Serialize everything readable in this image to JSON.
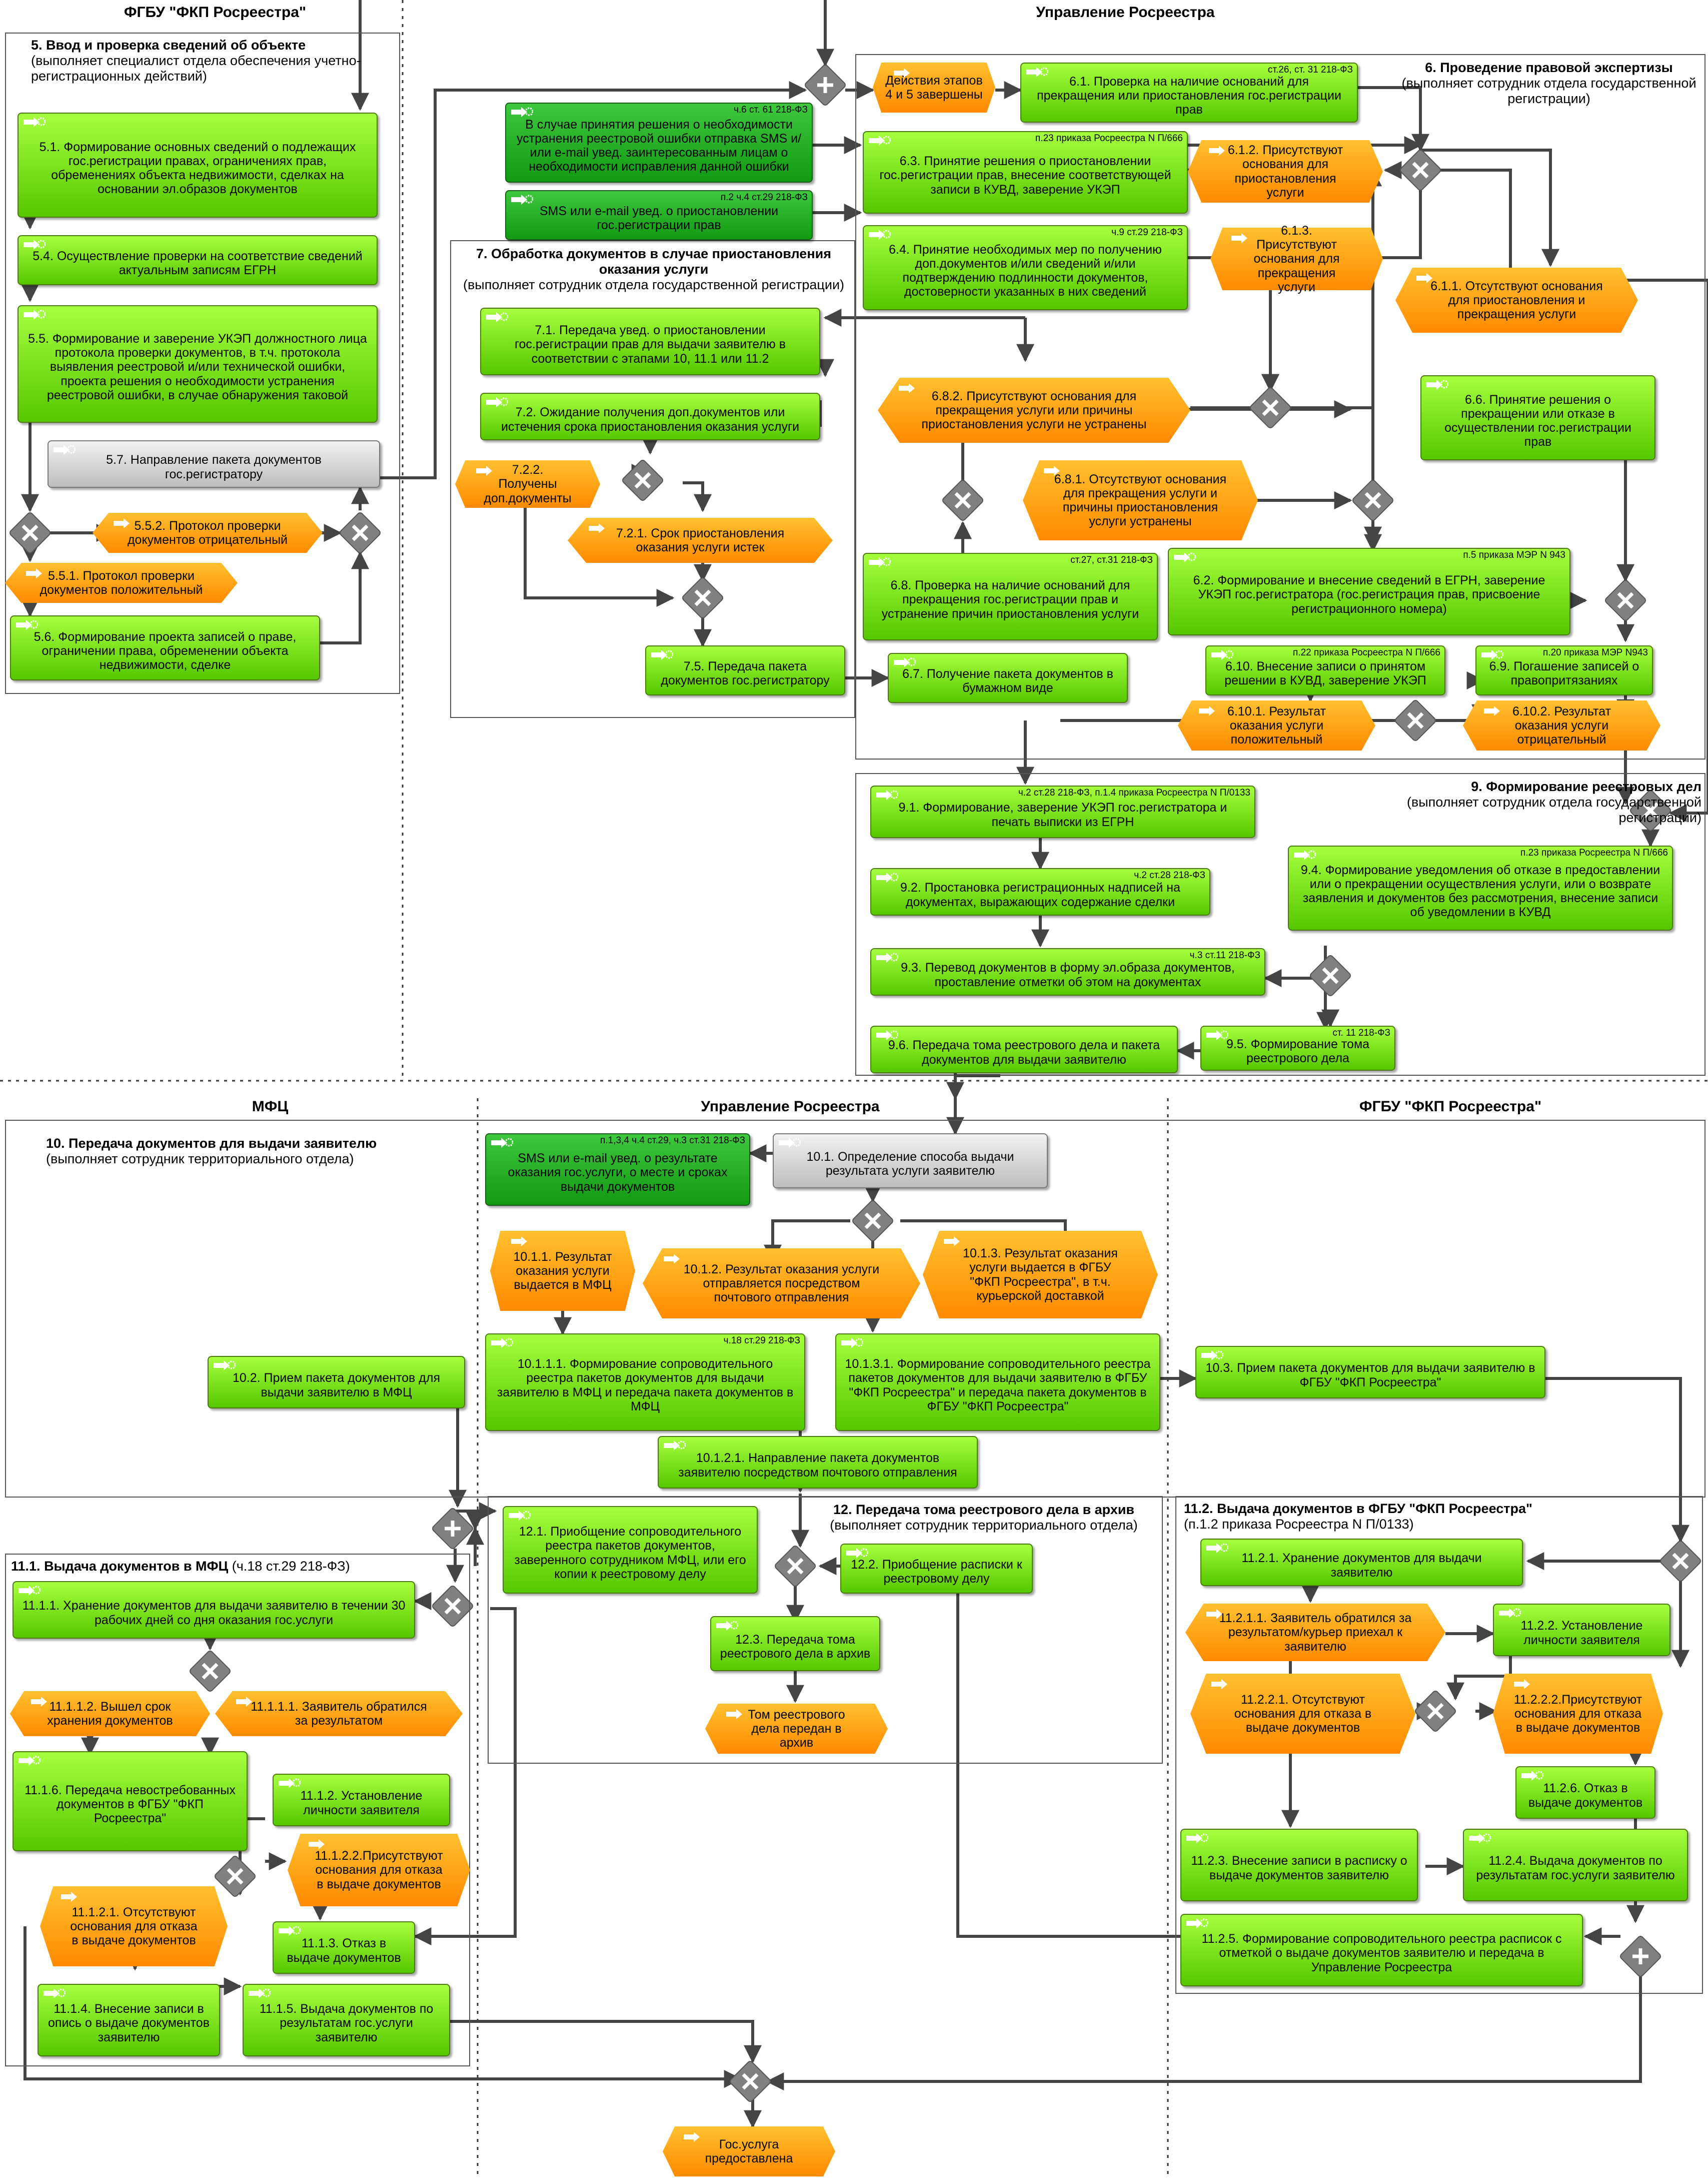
{
  "lanes_top": {
    "left": "ФГБУ \"ФКП Росреестра\"",
    "right": "Управление Росреестра"
  },
  "lanes_bottom": {
    "a": "МФЦ",
    "b": "Управление Росреестра",
    "c": "ФГБУ \"ФКП Росреестра\""
  },
  "groups": {
    "g5": {
      "title": "5. Ввод и проверка сведений об объекте",
      "sub": "(выполняет специалист отдела обеспечения учетно-регистрационных действий)"
    },
    "g6": {
      "title": "6. Проведение правовой экспертизы",
      "sub": "(выполняет сотрудник отдела государственной регистрации)"
    },
    "g7": {
      "title": "7. Обработка документов в случае приостановления оказания услуги",
      "sub": "(выполняет сотрудник отдела государственной регистрации)"
    },
    "g9": {
      "title": "9. Формирование реестровых дел",
      "sub": "(выполняет сотрудник отдела государственной регистрации)"
    },
    "g10": {
      "title": "10. Передача документов для выдачи заявителю",
      "sub": "(выполняет сотрудник территориального отдела)"
    },
    "g111": {
      "title": "11.1. Выдача документов в МФЦ",
      "sub": "(ч.18 ст.29 218-ФЗ)"
    },
    "g12": {
      "title": "12. Передача тома реестрового дела в архив",
      "sub": "(выполняет сотрудник территориального отдела)"
    },
    "g112": {
      "title": "11.2. Выдача документов в ФГБУ \"ФКП Росреестра\"",
      "sub": "(п.1.2 приказа Росреестра N П/0133)"
    }
  },
  "nodes": {
    "n51": {
      "text": "5.1. Формирование основных сведений о подлежащих гос.регистрации правах, ограничениях прав, обременениях объекта недвижимости, сделках на основании эл.образов документов",
      "ref": ""
    },
    "n54": {
      "text": "5.4. Осуществление проверки на соответствие сведений актуальным записям ЕГРН",
      "ref": ""
    },
    "n55": {
      "text": "5.5. Формирование и заверение УКЭП должностного лица протокола проверки документов, в т.ч. протокола выявления реестровой и/или технической ошибки, проекта решения о необходимости устранения реестровой ошибки, в случае обнаружения таковой",
      "ref": ""
    },
    "n57": {
      "text": "5.7. Направление пакета документов гос.регистратору",
      "ref": ""
    },
    "n56": {
      "text": "5.6. Формирование проекта записей о праве, ограничении права, обременении объекта недвижимости, сделке",
      "ref": ""
    },
    "nsms1": {
      "text": "В случае принятия решения о необходимости устранения реестровой ошибки отправка SMS и/или e-mail увед. заинтересованным лицам о необходимости исправления данной ошибки",
      "ref": "ч.6 ст. 61 218-ФЗ"
    },
    "nsms2": {
      "text": "SMS или e-mail увед. о приостановлении гос.регистрации прав",
      "ref": "п.2 ч.4 ст.29 218-ФЗ"
    },
    "n61": {
      "text": "6.1. Проверка на наличие оснований для прекращения или приостановления гос.регистрации прав",
      "ref": "ст.26, ст. 31 218-ФЗ"
    },
    "n63": {
      "text": "6.3. Принятие решения о приостановлении гос.регистрации прав, внесение соответствующей записи в КУВД, заверение УКЭП",
      "ref": "п.23 приказа Росреестра N П/666"
    },
    "n64": {
      "text": "6.4. Принятие необходимых мер по получению доп.документов и/или сведений и/или подтверждению подлинности документов, достоверности указанных в них сведений",
      "ref": "ч.9 ст.29 218-ФЗ"
    },
    "n66": {
      "text": "6.6. Принятие решения о прекращении или отказе в осуществлении гос.регистрации прав",
      "ref": ""
    },
    "n68": {
      "text": "6.8. Проверка на наличие оснований для прекращения гос.регистрации прав и устранение причин приостановления услуги",
      "ref": "ст.27, ст.31 218-ФЗ"
    },
    "n62": {
      "text": "6.2. Формирование и внесение сведений в ЕГРН, заверение УКЭП гос.регистратора (гос.регистрация прав, присвоение регистрационного номера)",
      "ref": "п.5 приказа МЭР N 943"
    },
    "n610": {
      "text": "6.10. Внесение записи о принятом решении в КУВД, заверение УКЭП",
      "ref": "п.22 приказа Росреестра N П/666"
    },
    "n69": {
      "text": "6.9. Погашение записей о правопритязаниях",
      "ref": "п.20 приказа МЭР N943"
    },
    "n67": {
      "text": "6.7. Получение пакета документов в бумажном виде",
      "ref": ""
    },
    "n71": {
      "text": "7.1. Передача увед. о приостановлении гос.регистрации прав для выдачи заявителю в соответствии с этапами 10, 11.1 или 11.2",
      "ref": ""
    },
    "n72": {
      "text": "7.2. Ожидание получения доп.документов или истечения срока приостановления оказания услуги",
      "ref": ""
    },
    "n75": {
      "text": "7.5. Передача пакета документов гос.регистратору",
      "ref": ""
    },
    "n91": {
      "text": "9.1. Формирование, заверение УКЭП гос.регистратора и печать выписки из ЕГРН",
      "ref": "ч.2 ст.28 218-ФЗ, п.1.4 приказа Росреестра N П/0133"
    },
    "n92": {
      "text": "9.2. Простановка регистрационных надписей на документах, выражающих содержание сделки",
      "ref": "ч.2 ст.28 218-ФЗ"
    },
    "n93": {
      "text": "9.3. Перевод документов в форму эл.образа документов, проставление отметки об этом на документах",
      "ref": "ч.3 ст.11 218-ФЗ"
    },
    "n94": {
      "text": "9.4. Формирование уведомления об отказе в предоставлении или о прекращении осуществления услуги, или о возврате заявления и документов без рассмотрения, внесение записи об уведомлении в КУВД",
      "ref": "п.23 приказа Росреестра N П/666"
    },
    "n95": {
      "text": "9.5. Формирование тома реестрового дела",
      "ref": "ст. 11 218-ФЗ"
    },
    "n96": {
      "text": "9.6. Передача тома реестрового дела и пакета документов для выдачи заявителю",
      "ref": ""
    },
    "nsms3": {
      "text": "SMS или e-mail увед. о результате оказания гос.услуги, о месте и сроках выдачи документов",
      "ref": "п.1,3,4 ч.4 ст.29, ч.3 ст.31 218-ФЗ"
    },
    "n101": {
      "text": "10.1. Определение способа выдачи результата услуги заявителю",
      "ref": ""
    },
    "n1011": {
      "text": "10.1.1.1. Формирование сопроводительного реестра пакетов документов для выдачи заявителю в МФЦ и передача пакета документов в МФЦ",
      "ref": "ч.18 ст.29 218-ФЗ"
    },
    "n1013": {
      "text": "10.1.3.1. Формирование сопроводительного реестра пакетов документов для выдачи заявителю в ФГБУ \"ФКП Росреестра\" и передача пакета документов в ФГБУ \"ФКП Росреестра\"",
      "ref": ""
    },
    "n102": {
      "text": "10.2. Прием пакета документов для выдачи заявителю в МФЦ",
      "ref": ""
    },
    "n103": {
      "text": "10.3. Прием пакета документов для выдачи заявителю в ФГБУ \"ФКП Росреестра\"",
      "ref": ""
    },
    "n10121": {
      "text": "10.1.2.1. Направление пакета документов заявителю посредством почтового отправления",
      "ref": ""
    },
    "n1111": {
      "text": "11.1.1. Хранение документов для выдачи заявителю в течении 30 рабочих дней со дня оказания гос.услуги",
      "ref": ""
    },
    "n1116": {
      "text": "11.1.6. Передача невостребованных документов в ФГБУ \"ФКП Росреестра\"",
      "ref": ""
    },
    "n1112": {
      "text": "11.1.2. Установление личности заявителя",
      "ref": ""
    },
    "n1113": {
      "text": "11.1.3. Отказ в выдаче документов",
      "ref": ""
    },
    "n1114": {
      "text": "11.1.4. Внесение записи в опись о выдаче документов заявителю",
      "ref": ""
    },
    "n1115": {
      "text": "11.1.5. Выдача документов по результатам гос.услуги заявителю",
      "ref": ""
    },
    "n121": {
      "text": "12.1. Приобщение сопроводительного реестра пакетов документов, заверенного сотрудником МФЦ, или его копии к реестровому делу",
      "ref": ""
    },
    "n122": {
      "text": "12.2. Приобщение расписки к реестровому делу",
      "ref": ""
    },
    "n123": {
      "text": "12.3. Передача тома реестрового дела в архив",
      "ref": ""
    },
    "n1121": {
      "text": "11.2.1. Хранение документов для выдачи заявителю",
      "ref": ""
    },
    "n1122": {
      "text": "11.2.2. Установление личности заявителя",
      "ref": ""
    },
    "n1126": {
      "text": "11.2.6. Отказ в выдаче документов",
      "ref": ""
    },
    "n1123": {
      "text": "11.2.3. Внесение записи в расписку о выдаче документов заявителю",
      "ref": ""
    },
    "n1124": {
      "text": "11.2.4. Выдача документов по результатам гос.услуги заявителю",
      "ref": ""
    },
    "n1125": {
      "text": "11.2.5. Формирование сопроводительного реестра расписок с отметкой о выдаче документов заявителю и передача в Управление Росреестра",
      "ref": ""
    }
  },
  "events": {
    "e552": "5.5.2. Протокол проверки документов отрицательный",
    "e551": "5.5.1. Протокол проверки документов положительный",
    "e45": "Действия этапов 4 и 5 завершены",
    "e612": "6.1.2. Присутствуют основания для приостановления услуги",
    "e613": "6.1.3. Присутствуют основания для прекращения услуги",
    "e611": "6.1.1. Отсутствуют основания для приостановления и прекращения услуги",
    "e682": "6.8.2. Присутствуют основания для прекращения услуги или причины приостановления услуги не устранены",
    "e681": "6.8.1. Отсутствуют основания для прекращения услуги и причины приостановления услуги устранены",
    "e6101": "6.10.1. Результат оказания услуги положительный",
    "e6102": "6.10.2. Результат оказания услуги отрицательный",
    "e722": "7.2.2. Получены доп.документы",
    "e721": "7.2.1. Срок приостановления оказания услуги истек",
    "e1011": "10.1.1. Результат оказания услуги выдается в МФЦ",
    "e1012": "10.1.2. Результат оказания услуги отправляется посредством почтового отправления",
    "e1013": "10.1.3. Результат оказания услуги выдается в ФГБУ \"ФКП Росреестра\", в т.ч. курьерской доставкой",
    "e11112": "11.1.1.2. Вышел срок хранения документов",
    "e11111": "11.1.1.1. Заявитель обратился за результатом",
    "e11122": "11.1.2.2.Присутствуют основания для отказа в выдаче документов",
    "e11121": "11.1.2.1. Отсутствуют основания для отказа в выдаче документов",
    "e12end": "Том реестрового дела передан в архив",
    "e11211": "11.2.1.1. Заявитель обратился за результатом/курьер приехал к заявителю",
    "e11221": "11.2.2.1. Отсутствуют основания для отказа в выдаче документов",
    "e11222": "11.2.2.2.Присутствуют основания для отказа в выдаче документов",
    "eend": "Гос.услуга предоставлена"
  },
  "colors": {
    "task_top": "#a6ff3e",
    "task_bottom": "#55c800",
    "event_top": "#ffc030",
    "event_bottom": "#ff8a00",
    "gateway": "#7a7a7a",
    "line": "#444444"
  }
}
